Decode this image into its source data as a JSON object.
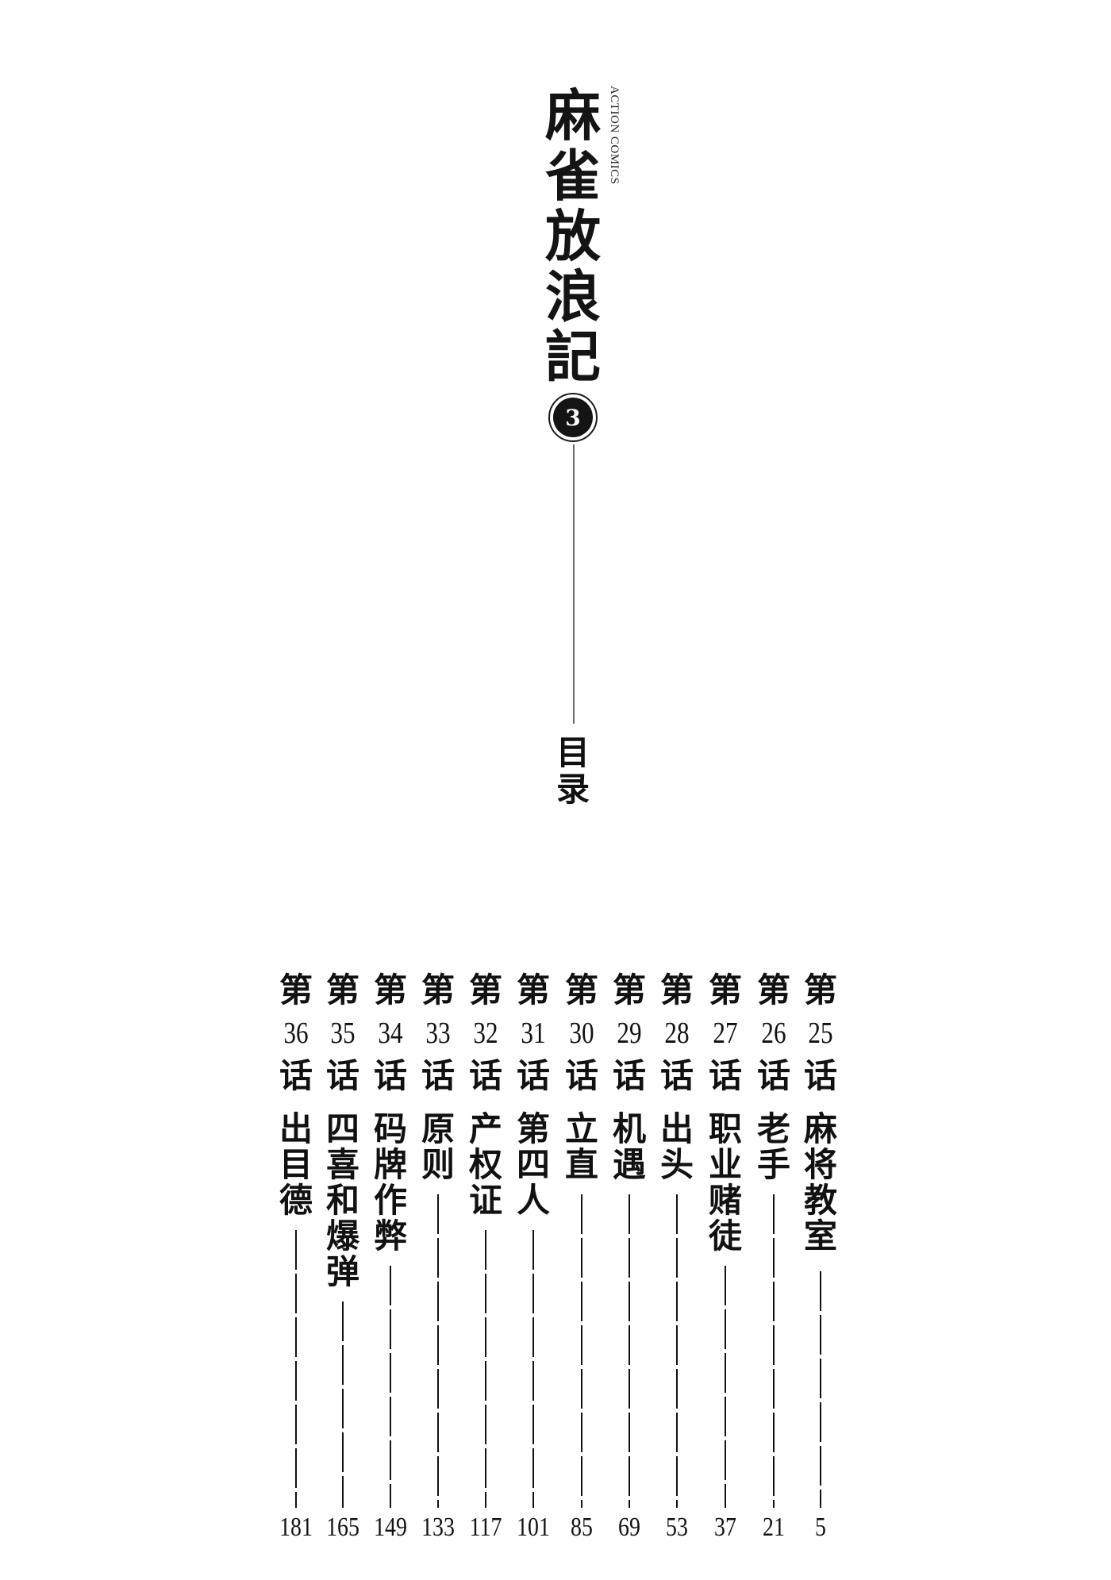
{
  "book": {
    "title_chars": [
      "麻",
      "雀",
      "放",
      "浪",
      "記"
    ],
    "title": "麻雀放浪記",
    "series_label": "ACTION COMICS",
    "volume": "3"
  },
  "toc": {
    "heading_chars": [
      "目",
      "录"
    ],
    "heading": "目录",
    "chapter_prefix": "第",
    "chapter_suffix": "话",
    "chapters": [
      {
        "number": "36",
        "title": "出目德",
        "title_chars": [
          "出",
          "目",
          "德"
        ],
        "page": "181"
      },
      {
        "number": "35",
        "title": "四喜和爆弹",
        "title_chars": [
          "四",
          "喜",
          "和",
          "爆",
          "弹"
        ],
        "page": "165"
      },
      {
        "number": "34",
        "title": "码牌作弊",
        "title_chars": [
          "码",
          "牌",
          "作",
          "弊"
        ],
        "page": "149"
      },
      {
        "number": "33",
        "title": "原则",
        "title_chars": [
          "原",
          "则"
        ],
        "page": "133"
      },
      {
        "number": "32",
        "title": "产权证",
        "title_chars": [
          "产",
          "权",
          "证"
        ],
        "page": "117"
      },
      {
        "number": "31",
        "title": "第四人",
        "title_chars": [
          "第",
          "四",
          "人"
        ],
        "page": "101"
      },
      {
        "number": "30",
        "title": "立直",
        "title_chars": [
          "立",
          "直"
        ],
        "page": "85"
      },
      {
        "number": "29",
        "title": "机遇",
        "title_chars": [
          "机",
          "遇"
        ],
        "page": "69"
      },
      {
        "number": "28",
        "title": "出头",
        "title_chars": [
          "出",
          "头"
        ],
        "page": "53"
      },
      {
        "number": "27",
        "title": "职业赌徒",
        "title_chars": [
          "职",
          "业",
          "赌",
          "徒"
        ],
        "page": "37"
      },
      {
        "number": "26",
        "title": "老手",
        "title_chars": [
          "老",
          "手"
        ],
        "page": "21"
      },
      {
        "number": "25",
        "title": "麻将教室",
        "title_chars": [
          "麻",
          "将",
          "教",
          "室"
        ],
        "page": "5"
      }
    ]
  },
  "colors": {
    "ink": "#111111",
    "paper": "#ffffff",
    "spine_line": "#6a6a6a"
  }
}
